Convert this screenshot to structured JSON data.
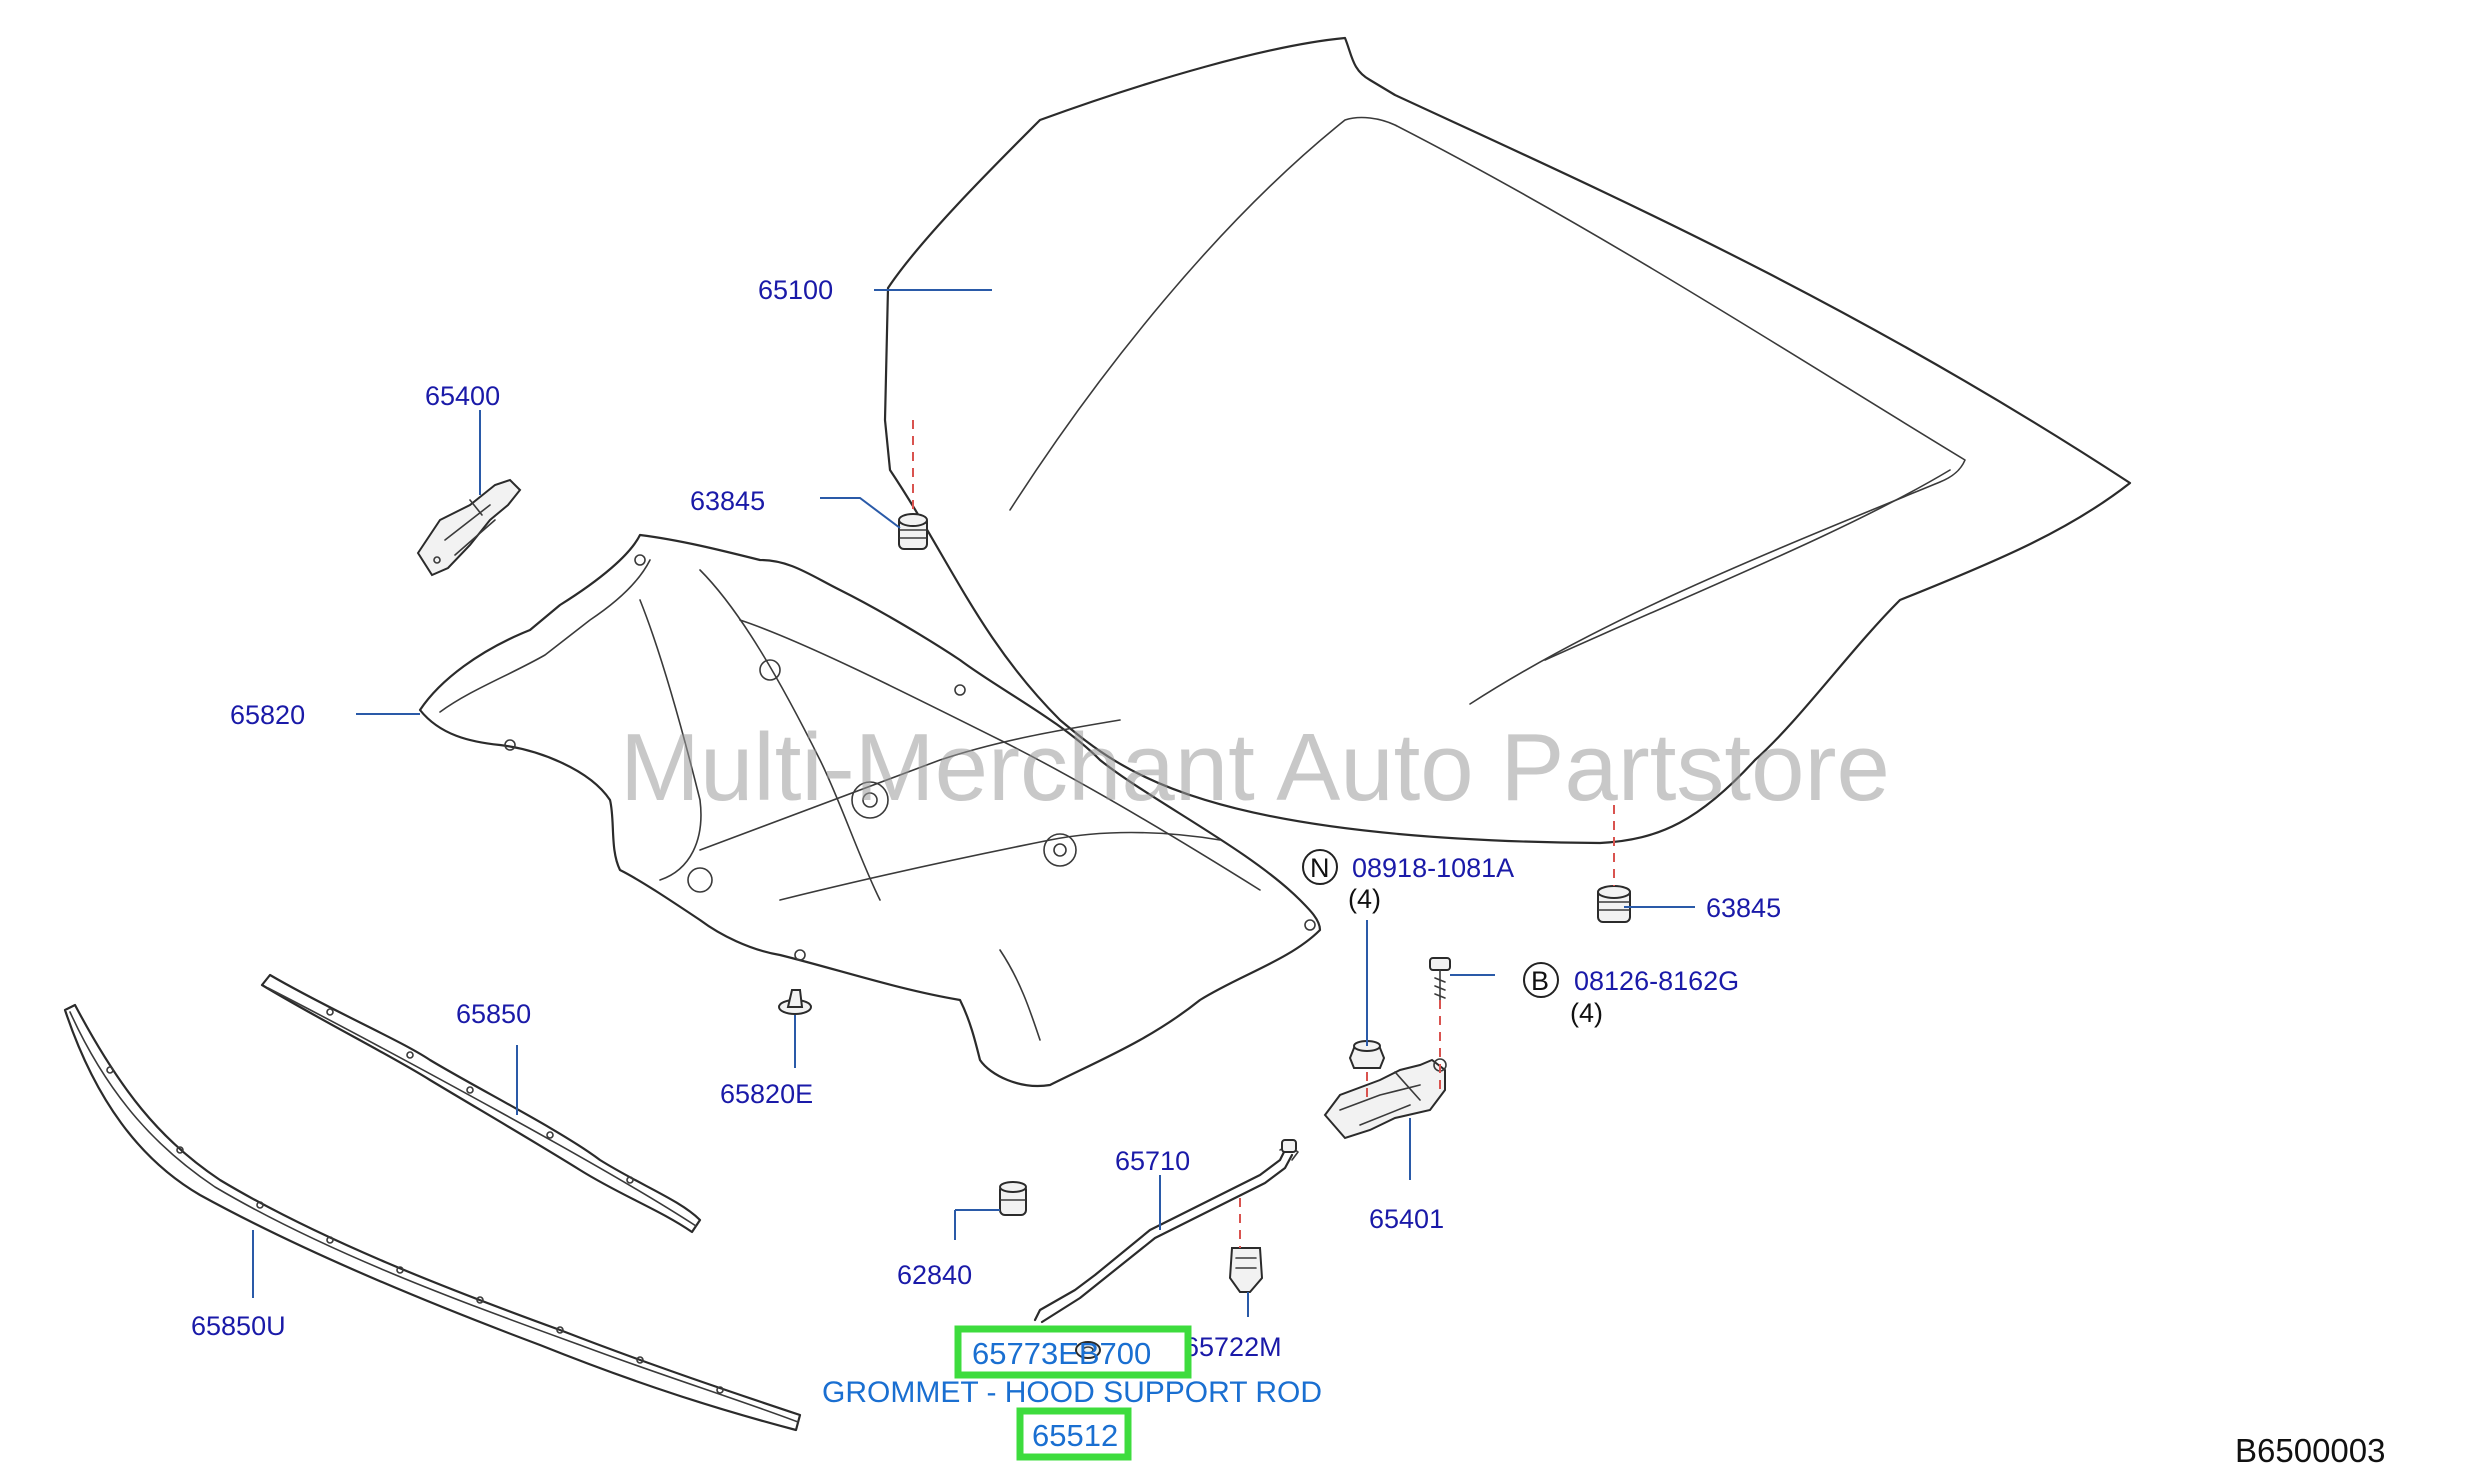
{
  "watermark": "Multi-Merchant Auto Partstore",
  "reference_code": "B6500003",
  "parts": {
    "hood": "65100",
    "hood_hinge_left": "65400",
    "bumper_rubber_top": "63845",
    "bumper_rubber_bottom": "63845",
    "hood_insulator": "65820",
    "insulator_clip": "65820E",
    "seal_front": "65850",
    "seal_front_lower": "65850U",
    "nut": "08918-1081A",
    "nut_qty": "(4)",
    "nut_badge": "N",
    "bolt": "08126-8162G",
    "bolt_qty": "(4)",
    "bolt_badge": "B",
    "hood_hinge_right": "65401",
    "support_rod": "65710",
    "rubber_stopper": "62840",
    "rod_clip": "65722M",
    "grommet_part_no": "65773EB700",
    "grommet_description": "GROMMET - HOOD SUPPORT ROD",
    "grommet_ref": "65512"
  },
  "colors": {
    "label": "#1a1aa8",
    "highlight": "#3ddc3d",
    "highlight_text": "#1a6fd1",
    "dashed_guide": "#d9534f"
  }
}
